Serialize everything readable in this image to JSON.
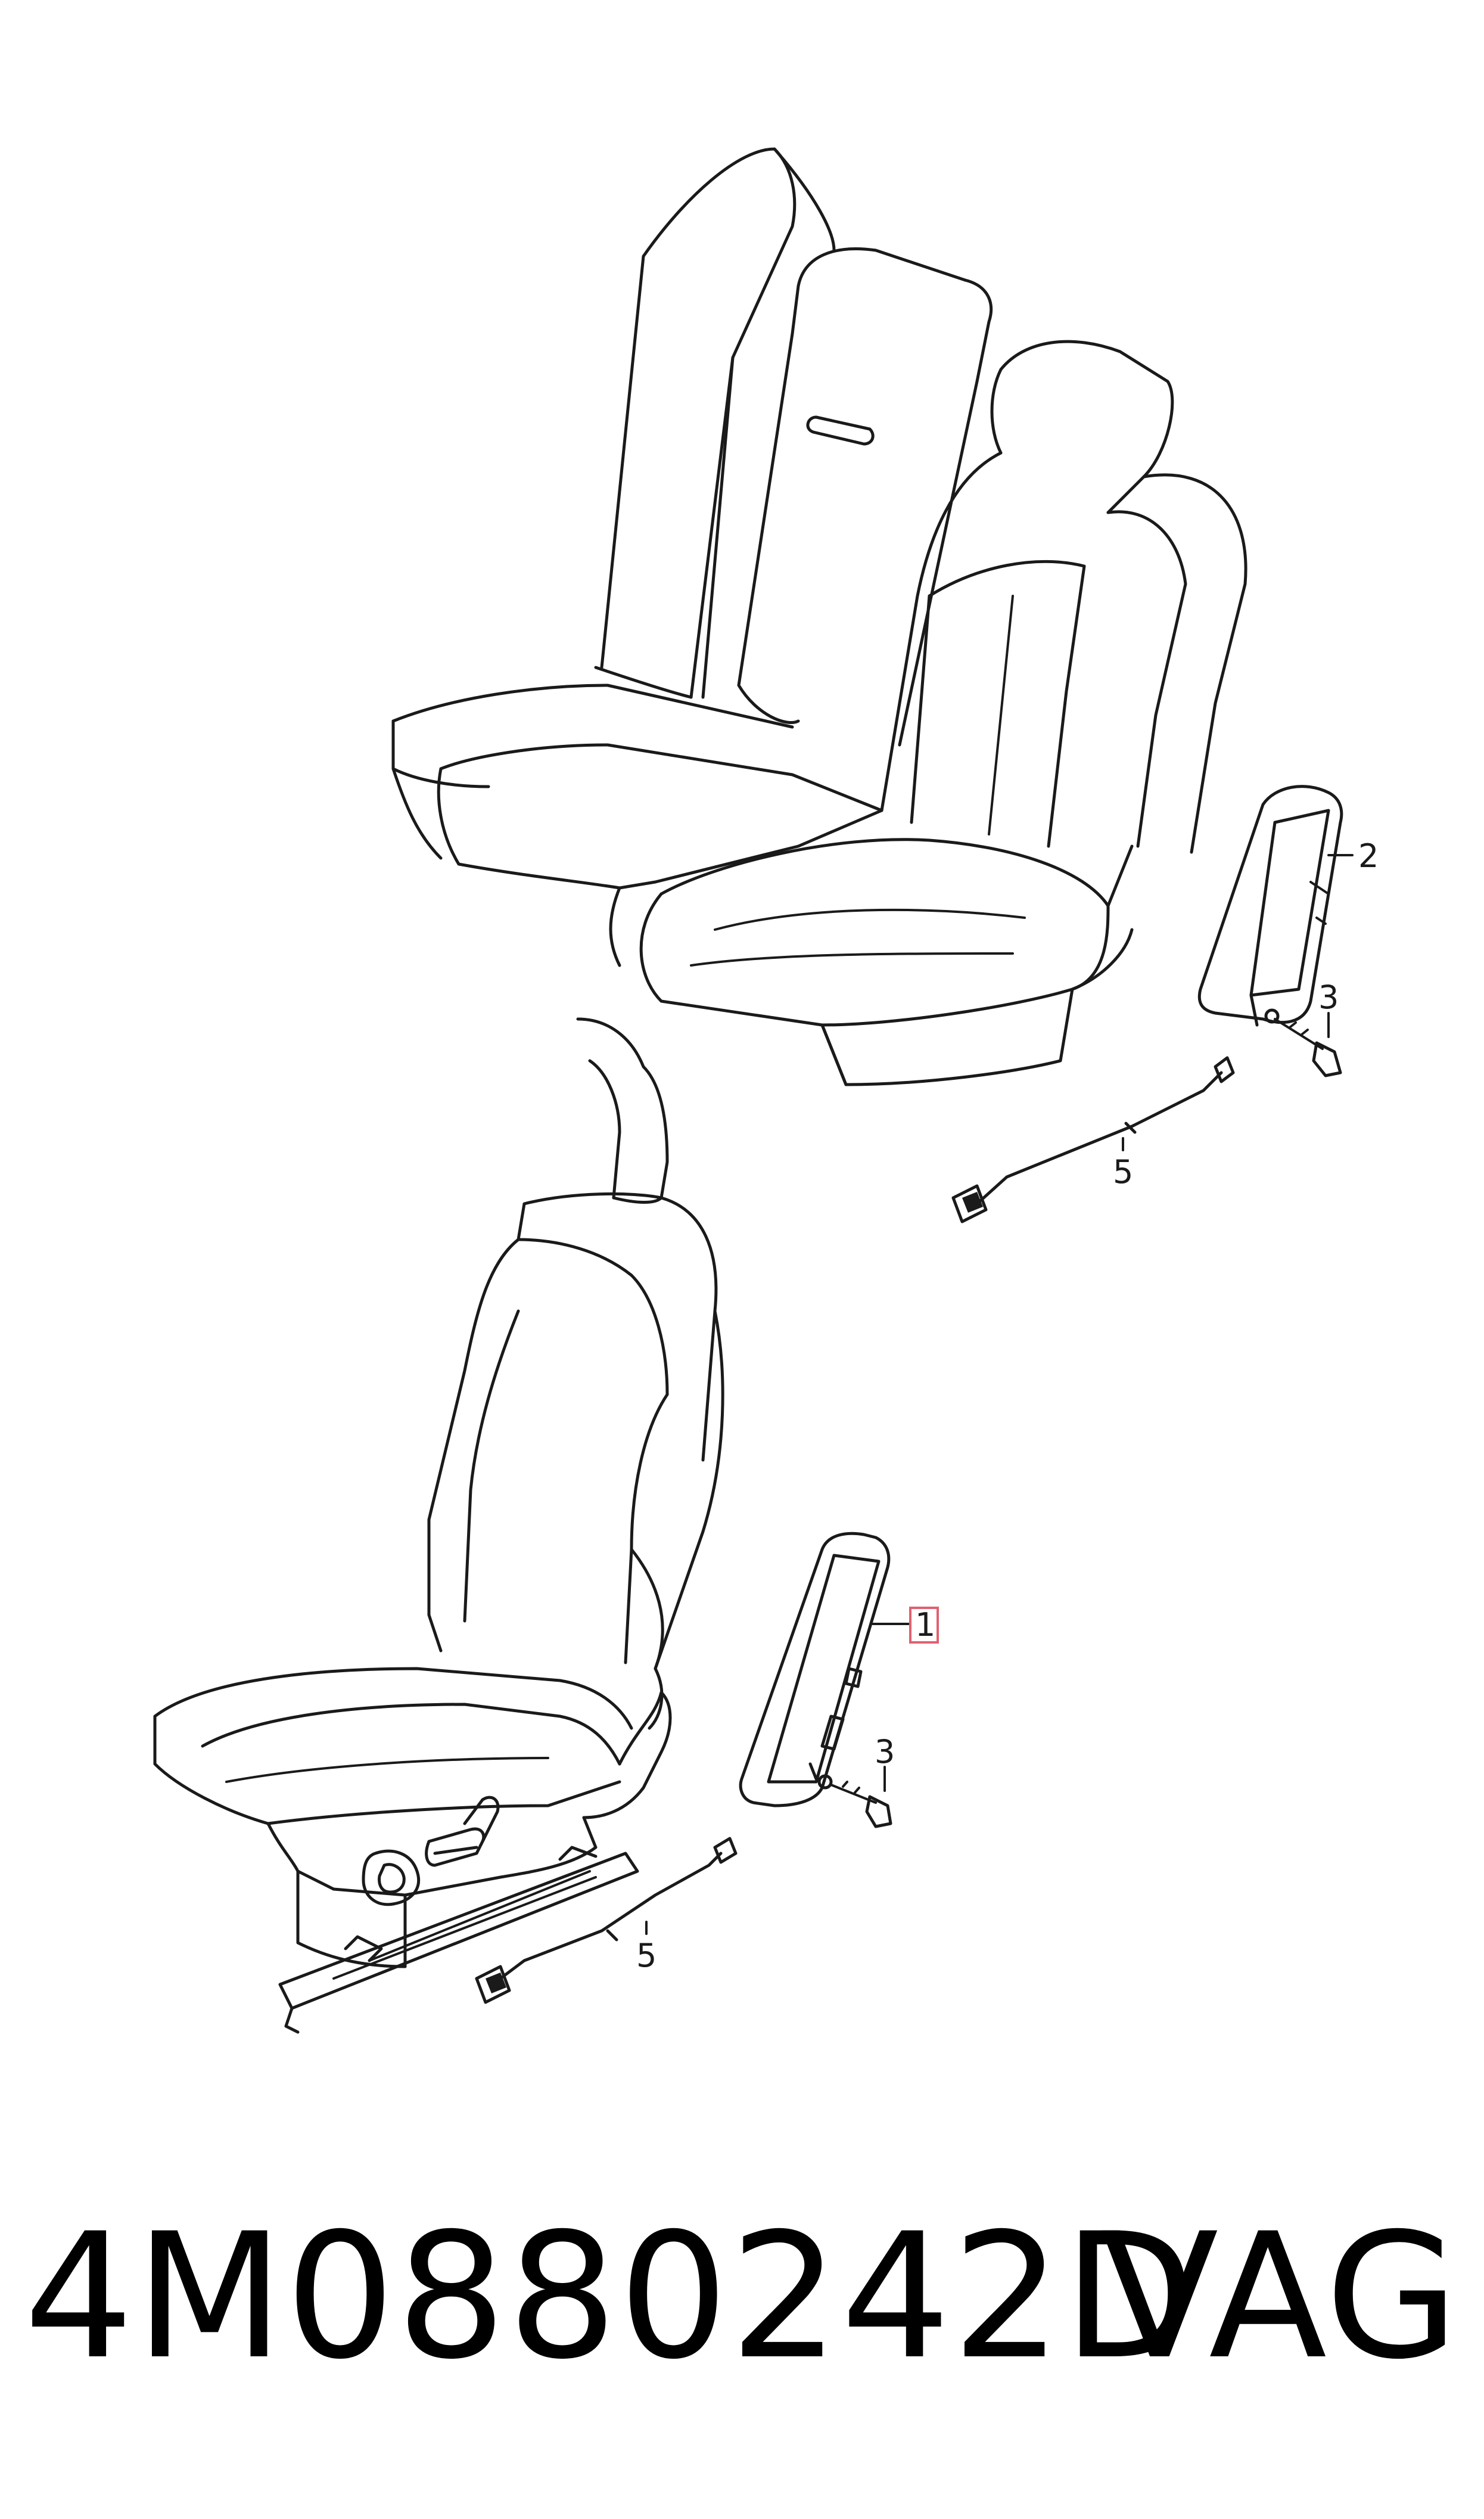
{
  "callouts": {
    "c1": "1",
    "c2": "2",
    "c3_upper": "3",
    "c3_lower": "3",
    "c5_upper": "5",
    "c5_lower": "5"
  },
  "footer": {
    "part_number": "4M0880242D",
    "brand": "VAG"
  },
  "colors": {
    "line": "#1a1a1a",
    "highlight": "#e06070",
    "background": "#ffffff"
  }
}
